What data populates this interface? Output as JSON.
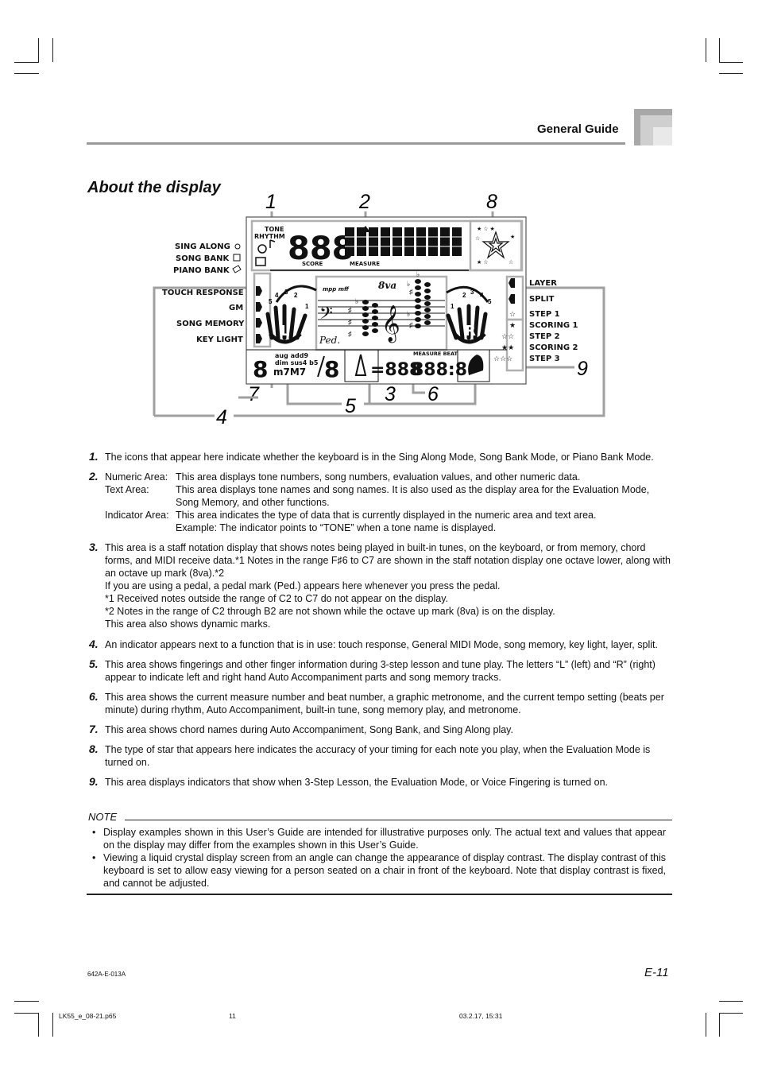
{
  "header": {
    "title": "General Guide"
  },
  "section_title": "About the display",
  "diagram": {
    "callouts": [
      "1",
      "2",
      "8",
      "7",
      "3",
      "6",
      "5",
      "4",
      "9"
    ],
    "left_labels": [
      "SING ALONG",
      "SONG BANK",
      "PIANO BANK"
    ],
    "left_indicators": [
      "TOUCH RESPONSE",
      "GM",
      "SONG MEMORY",
      "KEY LIGHT"
    ],
    "right_labels": [
      "LAYER",
      "SPLIT",
      "STEP 1",
      "SCORING 1",
      "STEP 2",
      "SCORING 2",
      "STEP 3"
    ],
    "lcd": {
      "tone": "TONE",
      "rhythm": "RHYTHM",
      "digits": "888",
      "score": "SCORE",
      "measure": "MEASURE",
      "dynamics": "mpp mff",
      "octave": "8va",
      "pedal": "Ped.",
      "hand_left": "L",
      "hand_right": "R",
      "chord_line1": "aug add9",
      "chord_line2": "dim sus4 b5",
      "chord_line3": "m7M7",
      "chord_digit": "8",
      "tempo": "=888",
      "measure_beat_label": "MEASURE BEAT",
      "measure_beat": "888:8"
    }
  },
  "items": [
    {
      "num": "1.",
      "text": "The icons that appear here indicate whether the keyboard is in the Sing Along Mode, Song Bank Mode, or Piano Bank Mode."
    },
    {
      "num": "2.",
      "rows": [
        {
          "term": "Numeric Area:",
          "def": "This area displays tone numbers, song numbers, evaluation values, and other numeric data."
        },
        {
          "term": "Text Area:",
          "def": "This area displays tone names and song names. It is also used as the display area for the Evaluation Mode, Song Memory, and other functions."
        },
        {
          "term": "Indicator Area:",
          "def": "This area indicates the type of data that is currently displayed in the numeric area and text area."
        }
      ],
      "example": "Example: The indicator points to “TONE” when a tone name is displayed."
    },
    {
      "num": "3.",
      "p1": "This area is a staff notation display that shows notes being played in built-in tunes, on the keyboard, or from memory, chord forms, and MIDI receive data.*1 Notes in the range F♯6 to C7 are shown in the staff notation display one octave lower, along with an octave up mark (8va).*2",
      "p2": "If you are using a pedal, a pedal mark (Ped.) appears here whenever you press the pedal.",
      "p3": "*1 Received notes outside the range of C2 to C7 do not appear on the display.",
      "p4": "*2 Notes in the range of C2 through B2 are not shown while the octave up mark (8va) is on the display.",
      "p5": "This area also shows dynamic marks."
    },
    {
      "num": "4.",
      "text": "An indicator appears next to a function that is in use: touch response, General MIDI Mode, song memory, key light, layer, split."
    },
    {
      "num": "5.",
      "text": "This area shows fingerings and other finger information during 3-step lesson and tune play. The letters “L” (left) and “R” (right) appear to indicate left and right hand Auto Accompaniment parts and song memory tracks."
    },
    {
      "num": "6.",
      "text": "This area shows the current measure number and beat number, a graphic metronome, and the current tempo setting (beats per minute) during rhythm, Auto Accompaniment, built-in tune, song memory play, and metronome."
    },
    {
      "num": "7.",
      "text": "This area shows chord names during Auto Accompaniment, Song Bank, and Sing Along play."
    },
    {
      "num": "8.",
      "text": "The type of star that appears here indicates the accuracy of your timing for each note you play, when the Evaluation Mode is turned on."
    },
    {
      "num": "9.",
      "text": "This area displays indicators that show when 3-Step Lesson, the Evaluation Mode, or Voice Fingering is turned on."
    }
  ],
  "note": {
    "label": "NOTE",
    "bullets": [
      "Display examples shown in this User’s Guide are intended for illustrative purposes only. The actual text and values that appear on the display may differ from the examples shown in this User’s Guide.",
      "Viewing a liquid crystal display screen from an angle can change the appearance of display contrast. The display contrast of this keyboard is set to allow easy viewing for a person seated on a chair in front of the keyboard. Note that display contrast is fixed, and cannot be adjusted."
    ]
  },
  "footer": {
    "page_number": "E-11",
    "doc_code": "642A-E-013A",
    "file": "LK55_e_08-21.p65",
    "page": "11",
    "date": "03.2.17, 15:31"
  }
}
